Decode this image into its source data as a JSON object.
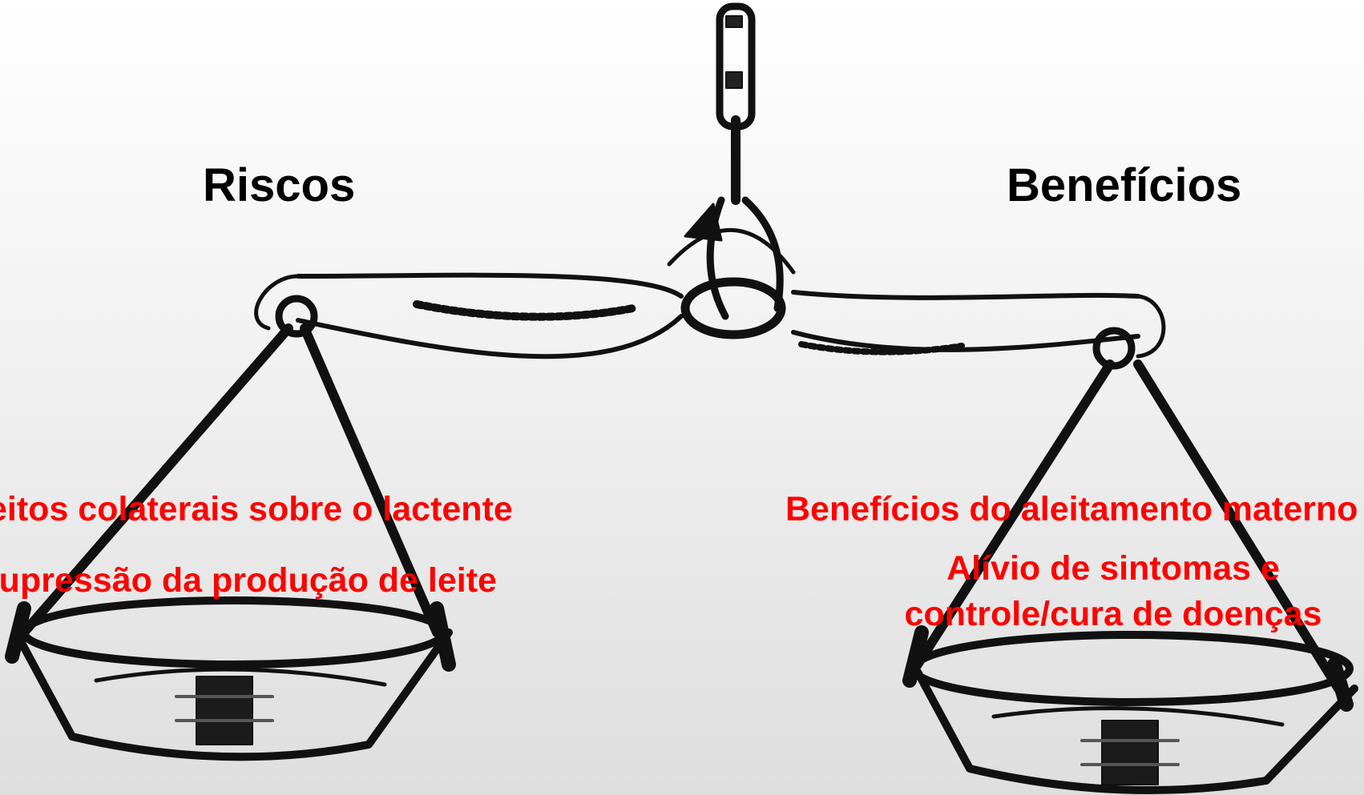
{
  "headings": {
    "riscos": "Riscos",
    "beneficios": "Benefícios"
  },
  "riscos_items": [
    "Efeitos colaterais sobre o lactente",
    "Supressão da produção de leite"
  ],
  "beneficios_items": [
    "Benefícios do aleitamento materno",
    "Alívio de sintomas e\ncontrole/cura de doenças"
  ],
  "colors": {
    "heading": "#000000",
    "items": "#ff0000",
    "artwork": "#111111"
  },
  "artwork": {
    "icon": "balance-scale-icon"
  }
}
